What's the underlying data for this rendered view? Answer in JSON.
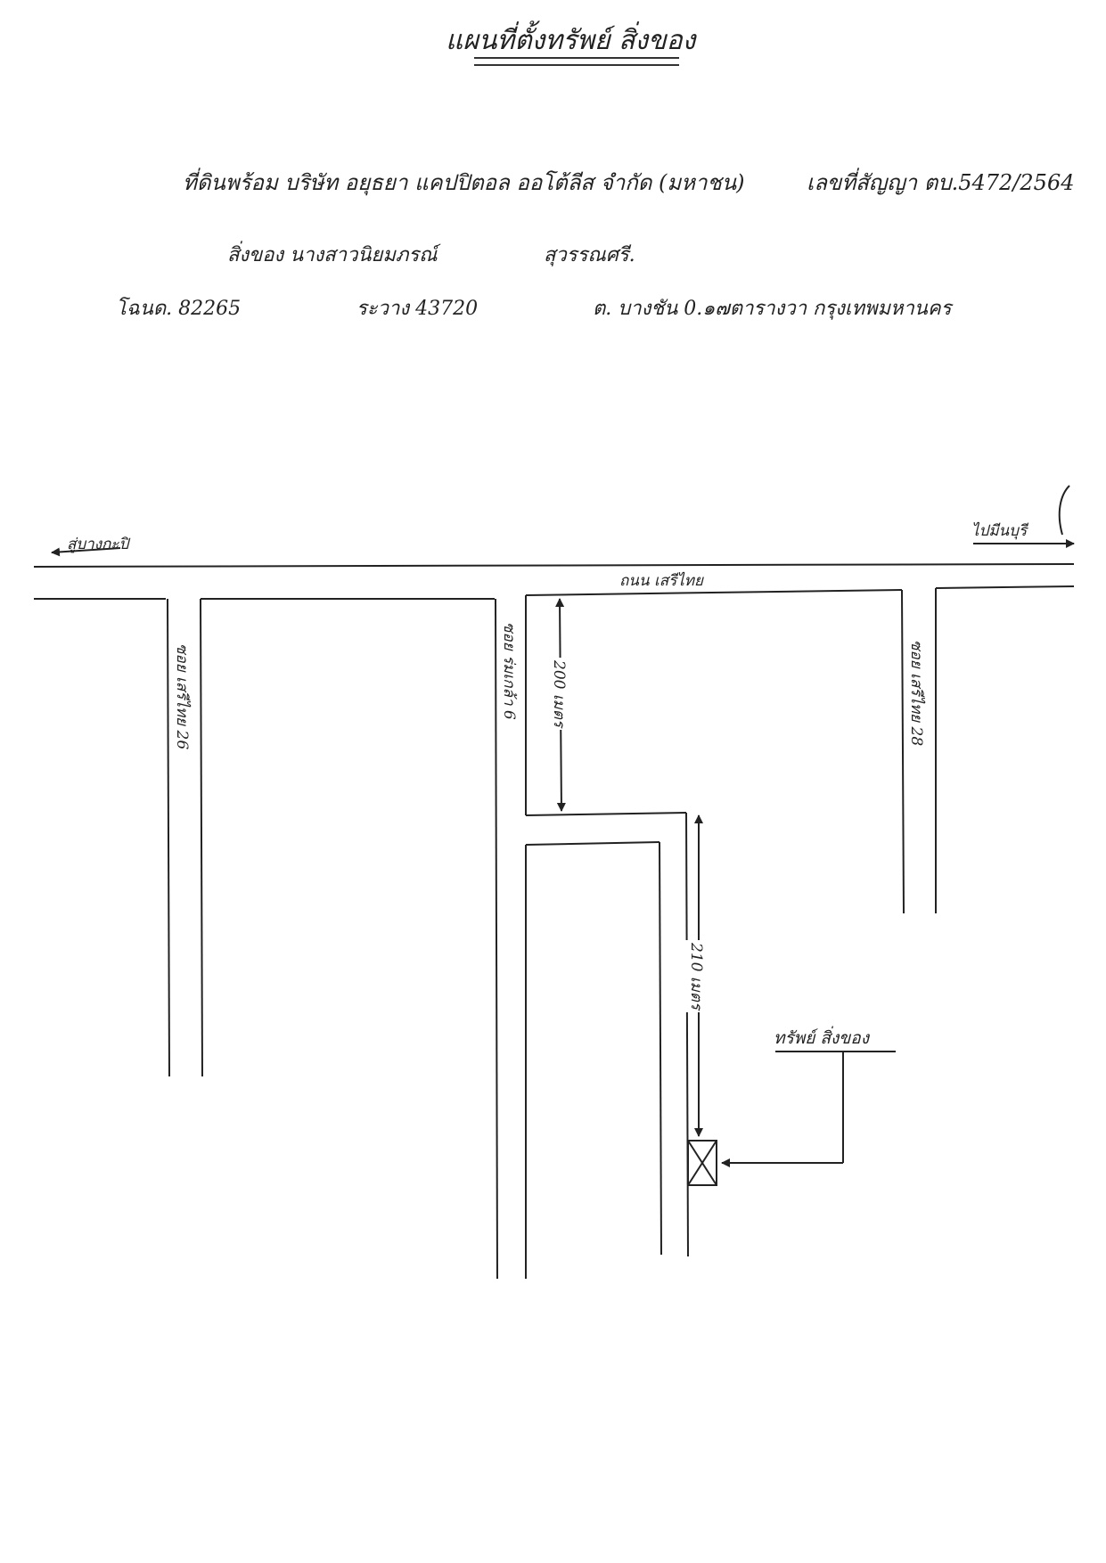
{
  "header": {
    "title": "แผนที่ตั้งทรัพย์ สิ่งของ"
  },
  "info": {
    "line1": {
      "part1": "ที่ดินพร้อม บริษัท อยุธยา แคปปิตอล ออโต้ลีส จำกัด (มหาชน)",
      "part2": "เลขที่สัญญา ตบ.5472/2564"
    },
    "line2": {
      "part1": "สิ่งของ นางสาวนิยมภรณ์",
      "part2": "สุวรรณศรี."
    },
    "line3": {
      "part1": "โฉนด. 82265",
      "part2": "ระวาง 43720",
      "part3": "ต. บางชัน 0.๑๗ตารางวา กรุงเทพมหานคร"
    }
  },
  "map": {
    "labels": {
      "west": "สู่บางกะปิ",
      "east": "ไปมีนบุรี",
      "main_road": "ถนน เสรีไทย",
      "left_soi": "ซอย เสรีไทย 26",
      "middle_soi": "ซอย ร่มเกล้า 6",
      "right_soi": "ซอย เสรีไทย 28",
      "dist_200": "200 เมตร",
      "dist_210": "210 เมตร",
      "property": "ทรัพย์ สิ่งของ"
    }
  }
}
